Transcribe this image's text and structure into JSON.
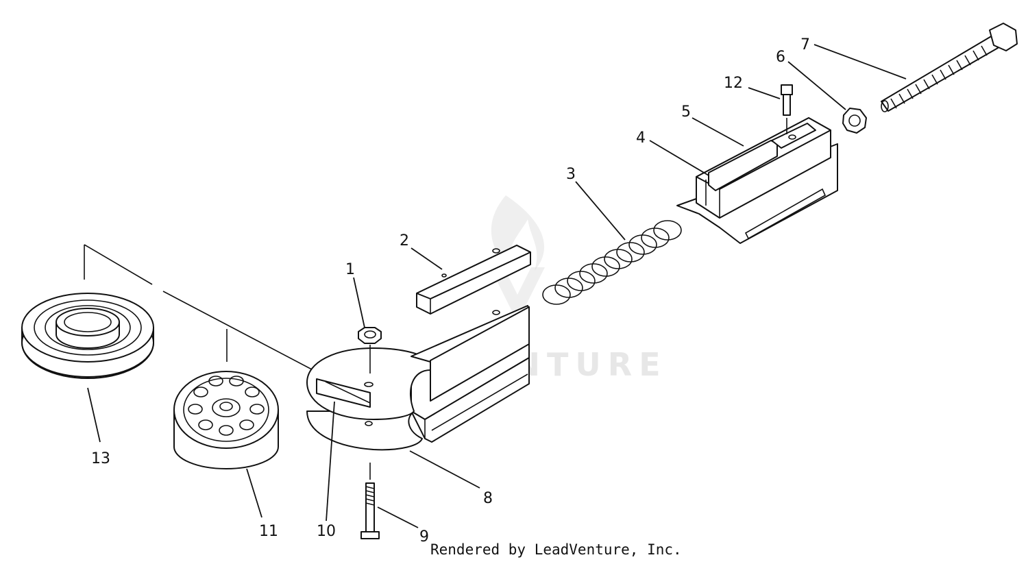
{
  "watermark_text": "LEADVENTURE",
  "credit_text": "Rendered by LeadVenture, Inc.",
  "callouts": [
    {
      "id": "1",
      "label": "1"
    },
    {
      "id": "2",
      "label": "2"
    },
    {
      "id": "3",
      "label": "3"
    },
    {
      "id": "4",
      "label": "4"
    },
    {
      "id": "5",
      "label": "5"
    },
    {
      "id": "6",
      "label": "6"
    },
    {
      "id": "7",
      "label": "7"
    },
    {
      "id": "8",
      "label": "8"
    },
    {
      "id": "9",
      "label": "9"
    },
    {
      "id": "10",
      "label": "10"
    },
    {
      "id": "11",
      "label": "11"
    },
    {
      "id": "12",
      "label": "12"
    },
    {
      "id": "13",
      "label": "13"
    }
  ]
}
